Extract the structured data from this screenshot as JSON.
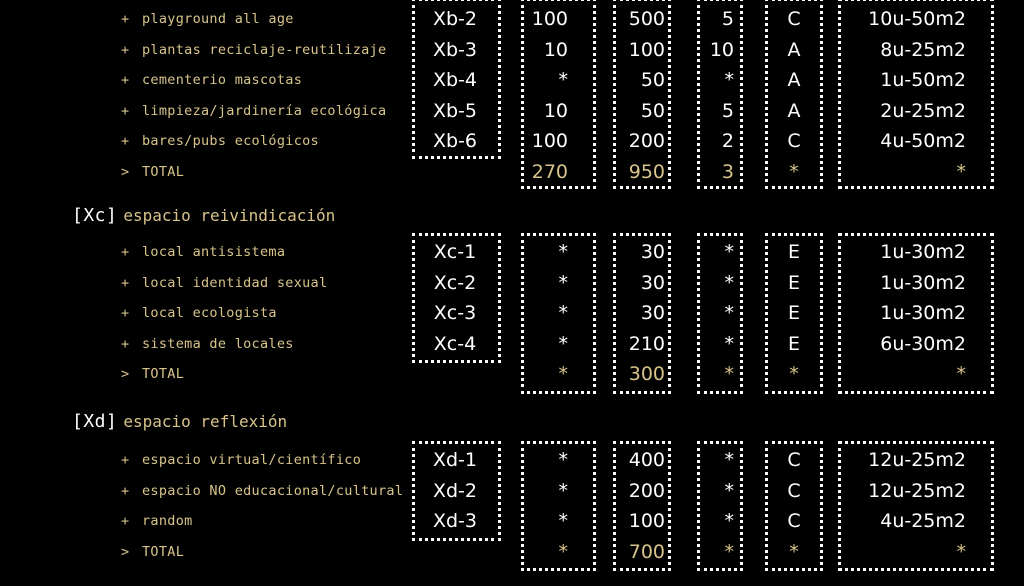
{
  "colors": {
    "background": "#000000",
    "accent": "#d8c48a",
    "text": "#ffffff"
  },
  "sections": [
    {
      "code": "",
      "title": "",
      "rows": [
        {
          "label": "playground all age",
          "code": "Xb-2",
          "c1": "100",
          "c2": "500",
          "c3": "5",
          "c4": "C",
          "c5": "10u-50m2"
        },
        {
          "label": "plantas reciclaje-reutilizaje",
          "code": "Xb-3",
          "c1": "10",
          "c2": "100",
          "c3": "10",
          "c4": "A",
          "c5": "8u-25m2"
        },
        {
          "label": "cementerio mascotas",
          "code": "Xb-4",
          "c1": "*",
          "c2": "50",
          "c3": "*",
          "c4": "A",
          "c5": "1u-50m2"
        },
        {
          "label": "limpieza/jardinería ecológica",
          "code": "Xb-5",
          "c1": "10",
          "c2": "50",
          "c3": "5",
          "c4": "A",
          "c5": "2u-25m2"
        },
        {
          "label": "bares/pubs ecológicos",
          "code": "Xb-6",
          "c1": "100",
          "c2": "200",
          "c3": "2",
          "c4": "C",
          "c5": "4u-50m2"
        }
      ],
      "total": {
        "label": "TOTAL",
        "c1": "270",
        "c2": "950",
        "c3": "3",
        "c4": "*",
        "c5": "*"
      }
    },
    {
      "code": "[Xc]",
      "title": "espacio reivindicación",
      "rows": [
        {
          "label": "local antisistema",
          "code": "Xc-1",
          "c1": "*",
          "c2": "30",
          "c3": "*",
          "c4": "E",
          "c5": "1u-30m2"
        },
        {
          "label": "local identidad sexual",
          "code": "Xc-2",
          "c1": "*",
          "c2": "30",
          "c3": "*",
          "c4": "E",
          "c5": "1u-30m2"
        },
        {
          "label": "local ecologista",
          "code": "Xc-3",
          "c1": "*",
          "c2": "30",
          "c3": "*",
          "c4": "E",
          "c5": "1u-30m2"
        },
        {
          "label": "sistema de locales",
          "code": "Xc-4",
          "c1": "*",
          "c2": "210",
          "c3": "*",
          "c4": "E",
          "c5": "6u-30m2"
        }
      ],
      "total": {
        "label": "TOTAL",
        "c1": "*",
        "c2": "300",
        "c3": "*",
        "c4": "*",
        "c5": "*"
      }
    },
    {
      "code": "[Xd]",
      "title": "espacio reflexión",
      "rows": [
        {
          "label": "espacio virtual/científico",
          "code": "Xd-1",
          "c1": "*",
          "c2": "400",
          "c3": "*",
          "c4": "C",
          "c5": "12u-25m2"
        },
        {
          "label": "espacio NO educacional/cultural",
          "code": "Xd-2",
          "c1": "*",
          "c2": "200",
          "c3": "*",
          "c4": "C",
          "c5": "12u-25m2"
        },
        {
          "label": "random",
          "code": "Xd-3",
          "c1": "*",
          "c2": "100",
          "c3": "*",
          "c4": "C",
          "c5": "4u-25m2"
        }
      ],
      "total": {
        "label": "TOTAL",
        "c1": "*",
        "c2": "700",
        "c3": "*",
        "c4": "*",
        "c5": "*"
      }
    }
  ]
}
